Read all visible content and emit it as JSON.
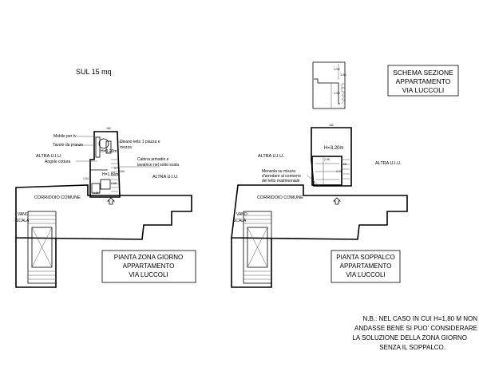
{
  "sul": "SUL 15 mq",
  "section": {
    "title": [
      "SCHEMA SEZIONE",
      "APPARTAMENTO",
      "VIA LUCCOLI"
    ],
    "dims": [
      "1.00",
      "1.60",
      "1.60"
    ]
  },
  "left_plan": {
    "labels": {
      "mobile": "Mobile per tv",
      "tavolo": "Tavolo da pranzo",
      "divano1": "Divano letto 1 piazza e",
      "divano2": "mezza",
      "altra_left": "ALTRA U.I.U.",
      "angolo": "Angolo cottura",
      "cabina1": "Cabina armadio e",
      "cabina2": "lavatrice nel sotto scala",
      "altra_right": "ALTRA U.I.U.",
      "h1": "H=3,20m",
      "h2": "H=1,80m",
      "corridoio": "CORRIDOIO COMUNE",
      "vano1": "VANO",
      "vano2": "SCALA"
    },
    "dims": [
      "162",
      "0.76",
      "1.53",
      "1.81",
      "0.88",
      "3.54"
    ],
    "title": [
      "PIANTA ZONA GIORNO",
      "APPARTAMENTO",
      "VIA LUCCOLI"
    ]
  },
  "right_plan": {
    "labels": {
      "altra_left": "ALTRA U.I.U.",
      "altra_right": "ALTRA U.I.U.",
      "h": "H=3,20m",
      "mensola1": "Mensola su misura",
      "mensola2": "d'arredare al contorno",
      "mensola3": "del letto matrimoniale",
      "corridoio": "CORRIDOIO COMUNE",
      "vano1": "VANO",
      "vano2": "SCALA"
    },
    "dims": [
      "162",
      "2.35",
      "1.65",
      "2.40"
    ],
    "title": [
      "PIANTA SOPPALCO",
      "APPARTAMENTO",
      "VIA LUCCOLI"
    ]
  },
  "note": [
    "N.B.: NEL CASO IN CUI H=1,80 M NON",
    "ANDASSE BENE SI PUO' CONSIDERARE",
    "LA SOLUZIONE DELLA ZONA GIORNO",
    "SENZA IL SOPPALCO."
  ]
}
